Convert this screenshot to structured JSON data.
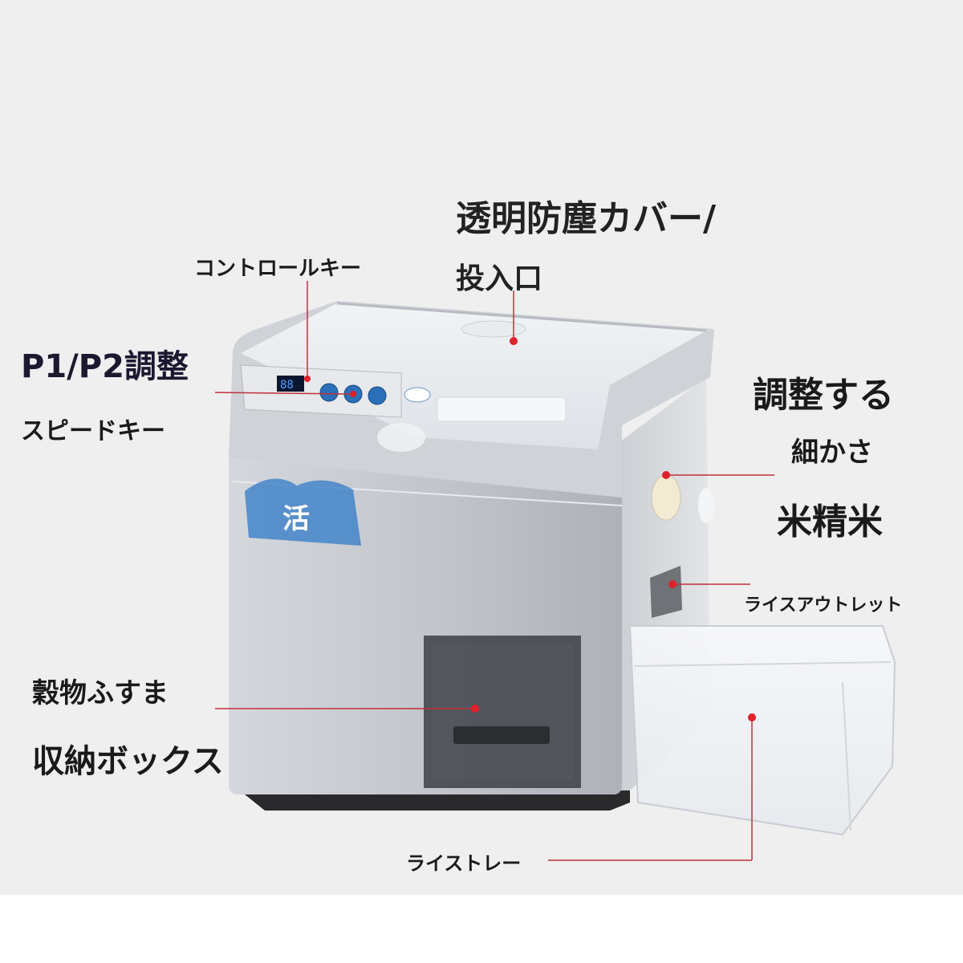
{
  "labels": {
    "cover": "透明防塵カバー/",
    "inlet": "投入口",
    "control_keys": "コントロールキー",
    "p1p2": "P1/P2調整",
    "speed_keys": "スピードキー",
    "adjust": "調整する",
    "fineness": "細かさ",
    "polish": "米精米",
    "rice_outlet": "ライスアウトレット",
    "bran": "穀物ふすま",
    "storage_box": "収納ボックス",
    "rice_tray": "ライストレー"
  },
  "panel": {
    "display": "88",
    "badge_text": "活"
  },
  "colors": {
    "leader_line": "#c0303a",
    "dot": "#e0202a",
    "body_silver": "#c9ccd2",
    "panel_blue": "#2a6fb8"
  }
}
